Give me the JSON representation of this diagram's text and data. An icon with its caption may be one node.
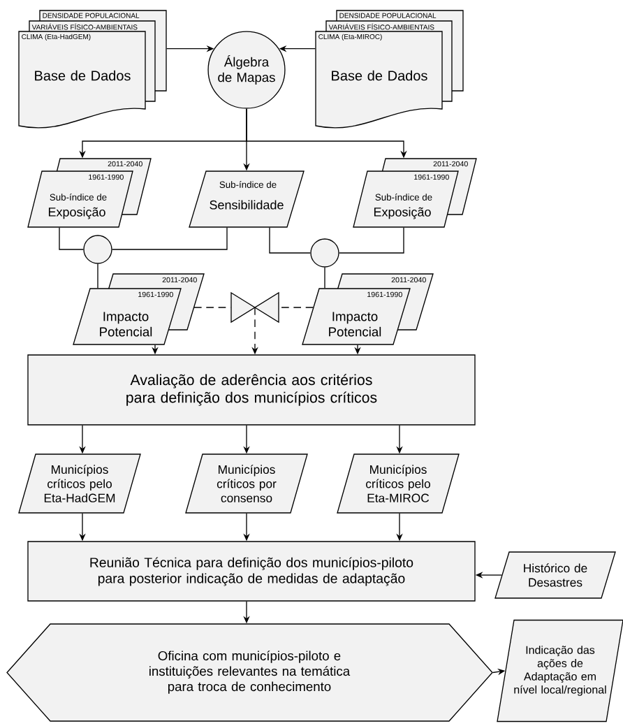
{
  "diagram": {
    "nodes": [
      {
        "text": [
          "DENSIDADE POPULACIONAL",
          "VARIÁVEIS FÍSICO-AMBIENTAIS",
          "CLIMA (Eta-HadGEM)",
          "Base de Dados"
        ]
      },
      {
        "text": [
          "Álgebra de Mapas"
        ]
      },
      {
        "text": [
          "DENSIDADE POPULACIONAL",
          "VARIÁVEIS FÍSICO-AMBIENTAIS",
          "CLIMA (Eta-MIROC)",
          "Base de Dados"
        ]
      },
      {
        "text": [
          "2011-2040",
          "1961-1990",
          "Sub-índice de",
          "Exposição"
        ]
      },
      {
        "text": [
          "Sub-índice de",
          "Sensibilidade"
        ]
      },
      {
        "text": [
          "2011-2040",
          "1961-1990",
          "Sub-índice de",
          "Exposição"
        ]
      },
      {
        "text": [],
        "shape": "circle"
      },
      {
        "text": [],
        "shape": "circle"
      },
      {
        "text": [
          "2011-2040",
          "1961-1990",
          "Impacto Potencial"
        ]
      },
      {
        "text": [],
        "shape": "bowtie"
      },
      {
        "text": [
          "2011-2040",
          "1961-1990",
          "Impacto Potencial"
        ]
      },
      {
        "text": [
          "Avaliação de aderência aos critérios para definição dos municípios críticos"
        ]
      },
      {
        "text": [
          "Municípios críticos pelo Eta-HadGEM"
        ]
      },
      {
        "text": [
          "Municípios críticos por consenso"
        ]
      },
      {
        "text": [
          "Municípios críticos pelo Eta-MIROC"
        ]
      },
      {
        "text": [
          "Reunião Técnica para definição dos municípios-piloto para posterior indicação de medidas de adaptação"
        ]
      },
      {
        "text": [
          "Histórico de Desastres"
        ]
      },
      {
        "text": [
          "Oficina com municípios-piloto e instituições relevantes na temática para troca de conhecimento"
        ]
      },
      {
        "text": [
          "Indicação das ações de Adaptação em nível local/regional"
        ]
      }
    ],
    "edges": [
      {
        "from": 0,
        "to": 1,
        "arrow": "to"
      },
      {
        "from": 2,
        "to": 1,
        "arrow": "to"
      },
      {
        "from": 1,
        "to": 3,
        "arrow": "to"
      },
      {
        "from": 1,
        "to": 4,
        "arrow": "to"
      },
      {
        "from": 1,
        "to": 5,
        "arrow": "to"
      },
      {
        "from": 3,
        "to": 6,
        "arrow": "none"
      },
      {
        "from": 4,
        "to": 6,
        "arrow": "none"
      },
      {
        "from": 6,
        "to": 8,
        "arrow": "none"
      },
      {
        "from": 4,
        "to": 7,
        "arrow": "none"
      },
      {
        "from": 5,
        "to": 7,
        "arrow": "none"
      },
      {
        "from": 7,
        "to": 10,
        "arrow": "none"
      },
      {
        "from": 8,
        "to": 9,
        "arrow": "none",
        "style": "dashed"
      },
      {
        "from": 10,
        "to": 9,
        "arrow": "none",
        "style": "dashed"
      },
      {
        "from": 9,
        "to": 11,
        "arrow": "to",
        "style": "dashed"
      },
      {
        "from": 8,
        "to": 11,
        "arrow": "to"
      },
      {
        "from": 10,
        "to": 11,
        "arrow": "to"
      },
      {
        "from": 11,
        "to": 12,
        "arrow": "to"
      },
      {
        "from": 11,
        "to": 13,
        "arrow": "to"
      },
      {
        "from": 11,
        "to": 14,
        "arrow": "to"
      },
      {
        "from": 12,
        "to": 15,
        "arrow": "to"
      },
      {
        "from": 13,
        "to": 15,
        "arrow": "to"
      },
      {
        "from": 14,
        "to": 15,
        "arrow": "to"
      },
      {
        "from": 16,
        "to": 15,
        "arrow": "to"
      },
      {
        "from": 15,
        "to": 17,
        "arrow": "to"
      },
      {
        "from": 17,
        "to": 18,
        "arrow": "to"
      }
    ]
  }
}
